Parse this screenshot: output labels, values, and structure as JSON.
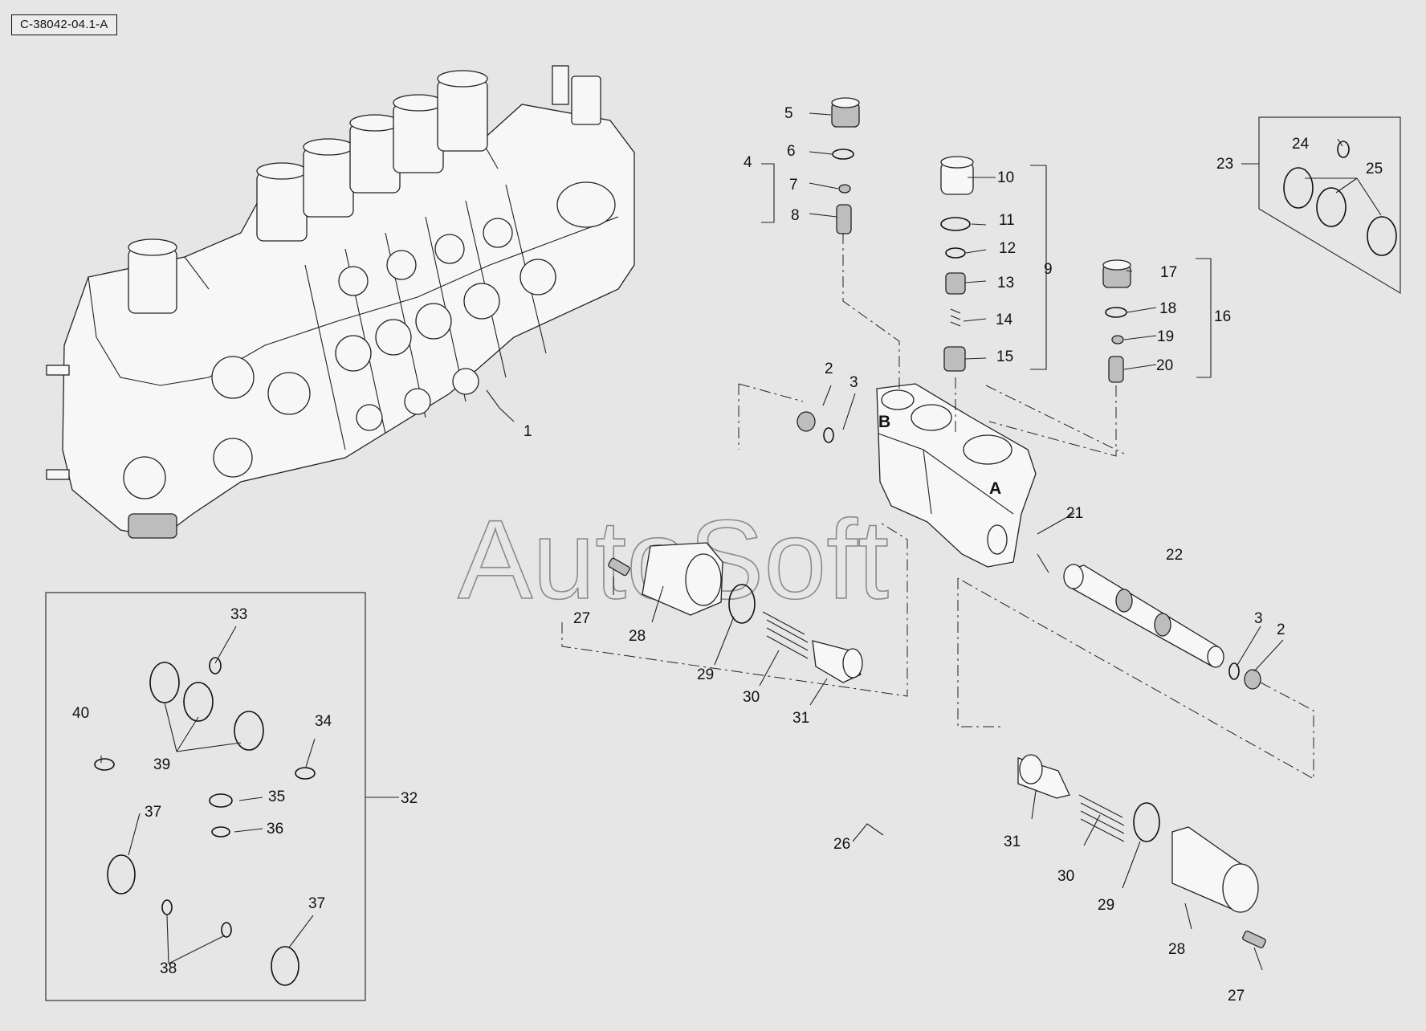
{
  "drawing_ref": "C-38042-04.1-A",
  "watermark": "AutoSoft",
  "port_labels": {
    "b": "B",
    "a": "A"
  },
  "callouts": [
    "1",
    "2",
    "3",
    "4",
    "5",
    "6",
    "7",
    "8",
    "9",
    "10",
    "11",
    "12",
    "13",
    "14",
    "15",
    "16",
    "17",
    "18",
    "19",
    "20",
    "21",
    "22",
    "23",
    "24",
    "25",
    "26",
    "27",
    "28",
    "29",
    "30",
    "31",
    "32",
    "33",
    "34",
    "35",
    "36",
    "37",
    "38",
    "39",
    "40",
    "2",
    "3",
    "27",
    "28",
    "29",
    "30",
    "31",
    "37"
  ]
}
